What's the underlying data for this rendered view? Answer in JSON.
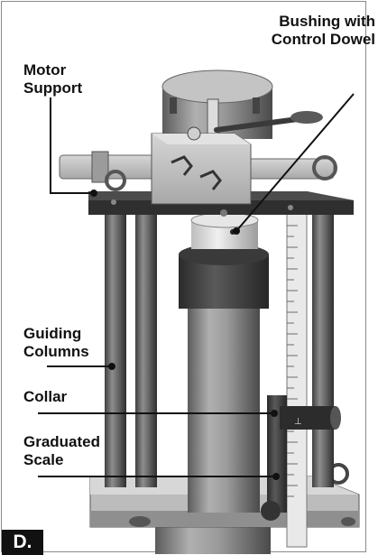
{
  "figure": {
    "panel_label": "D.",
    "labels": {
      "bushing": "Bushing with\nControl Dowel",
      "motor_support": "Motor\nSupport",
      "guiding_columns": "Guiding\nColumns",
      "collar": "Collar",
      "graduated_scale": "Graduated\nScale"
    }
  }
}
